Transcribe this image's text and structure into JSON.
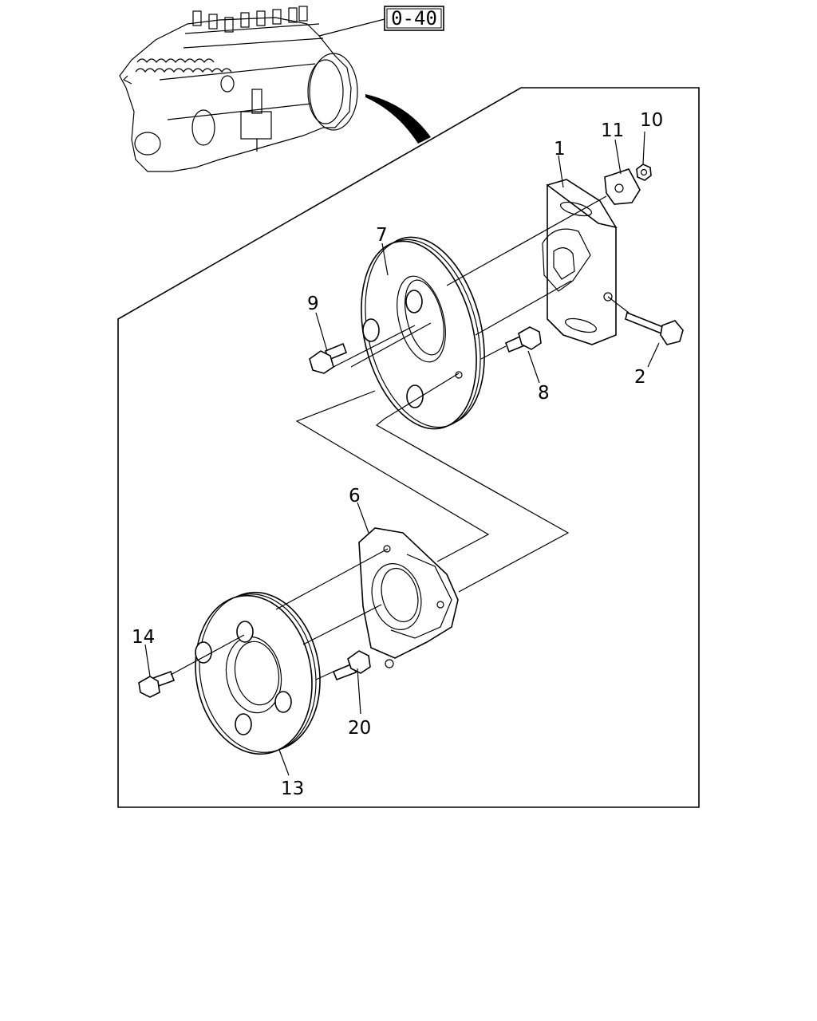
{
  "reference_box": {
    "label": "0-40"
  },
  "callouts": {
    "c1": "1",
    "c2": "2",
    "c6": "6",
    "c7": "7",
    "c8": "8",
    "c9": "9",
    "c10": "10",
    "c11": "11",
    "c13": "13",
    "c14": "14",
    "c20": "20"
  }
}
